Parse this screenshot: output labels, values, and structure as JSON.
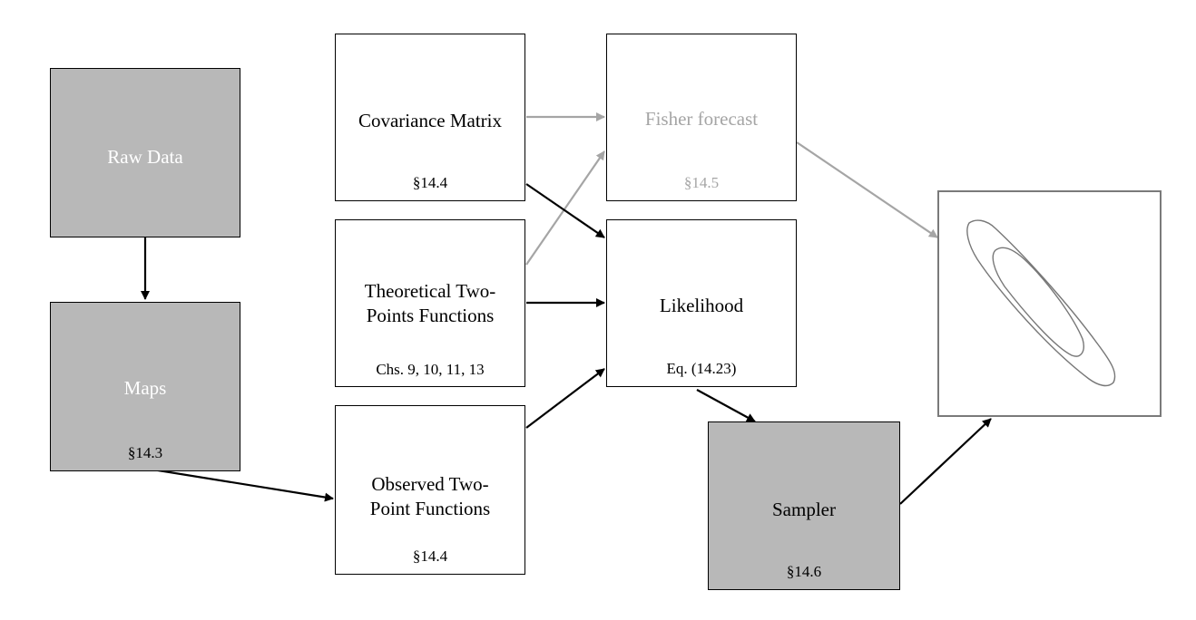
{
  "nodes": {
    "raw_data": {
      "title": "Raw Data"
    },
    "maps": {
      "title": "Maps",
      "ref": "§14.3"
    },
    "covariance": {
      "title": "Covariance Matrix",
      "ref": "§14.4"
    },
    "theory": {
      "title_line1": "Theoretical Two-",
      "title_line2": "Points Functions",
      "ref": "Chs. 9, 10, 11, 13"
    },
    "observed": {
      "title_line1": "Observed Two-",
      "title_line2": "Point Functions",
      "ref": "§14.4"
    },
    "fisher": {
      "title": "Fisher forecast",
      "ref": "§14.5"
    },
    "likelihood": {
      "title": "Likelihood",
      "ref": "Eq. (14.23)"
    },
    "sampler": {
      "title": "Sampler",
      "ref": "§14.6"
    }
  },
  "colors": {
    "gray_box": "#b8b8b8",
    "faded": "#a5a5a5",
    "arrow": "#000000",
    "contour": "#777777"
  }
}
